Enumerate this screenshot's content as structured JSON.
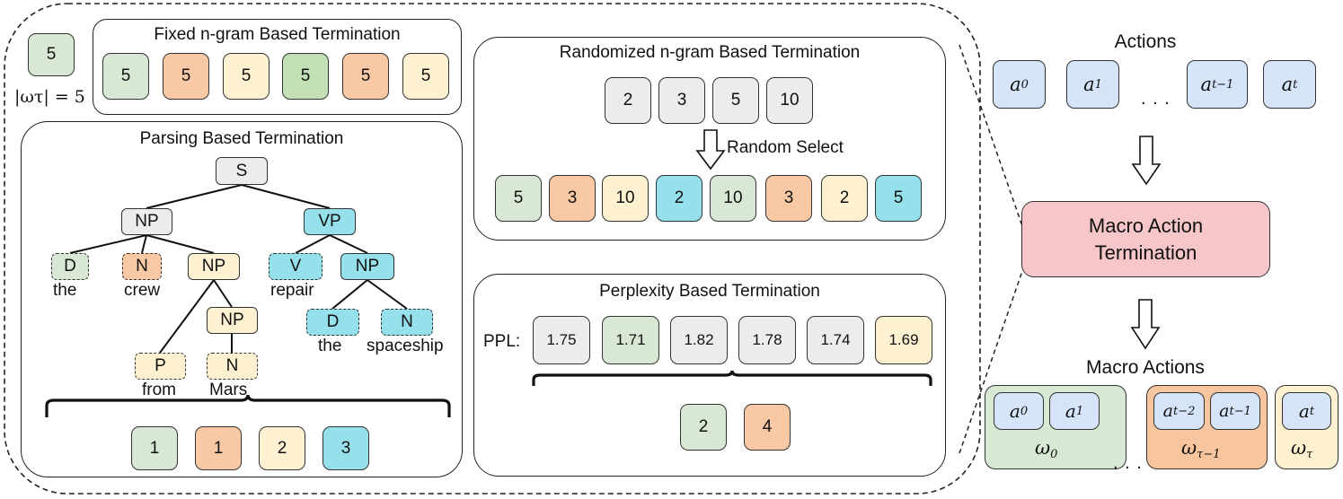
{
  "legend": {
    "value": "5",
    "caption": "|ωτ| = 5"
  },
  "fixed": {
    "title": "Fixed n-gram Based Termination",
    "values": [
      "5",
      "5",
      "5",
      "5",
      "5",
      "5"
    ]
  },
  "randomized": {
    "title": "Randomized n-gram Based Termination",
    "candidates": [
      "2",
      "3",
      "5",
      "10"
    ],
    "select_label": "Random Select",
    "values": [
      "5",
      "3",
      "10",
      "2",
      "10",
      "3",
      "2",
      "5"
    ]
  },
  "parsing": {
    "title": "Parsing Based Termination",
    "nodes": {
      "S": "S",
      "NP1": "NP",
      "VP": "VP",
      "D1": "D",
      "N1": "N",
      "NP2": "NP",
      "V": "V",
      "NP3": "NP",
      "NP4": "NP",
      "D2": "D",
      "N2": "N",
      "P": "P",
      "N3": "N"
    },
    "words": {
      "the1": "the",
      "crew": "crew",
      "repair": "repair",
      "the2": "the",
      "spaceship": "spaceship",
      "from": "from",
      "mars": "Mars"
    },
    "result": [
      "1",
      "1",
      "2",
      "3"
    ]
  },
  "perplexity": {
    "title": "Perplexity Based Termination",
    "ppl_label": "PPL:",
    "values": [
      "1.75",
      "1.71",
      "1.82",
      "1.78",
      "1.74",
      "1.69"
    ],
    "result": [
      "2",
      "4"
    ]
  },
  "right": {
    "actions_title": "Actions",
    "actions": [
      "a0",
      "a1",
      "at−1",
      "at"
    ],
    "ellipsis": ". . .",
    "termination_label": "Macro Action Termination",
    "macro_title": "Macro Actions",
    "macro_groups": [
      {
        "actions": [
          "a0",
          "a1"
        ],
        "label": "ω0"
      },
      {
        "actions": [
          "at−2",
          "at−1"
        ],
        "label": "ωτ−1"
      },
      {
        "actions": [
          "at"
        ],
        "label": "ωτ"
      }
    ]
  }
}
